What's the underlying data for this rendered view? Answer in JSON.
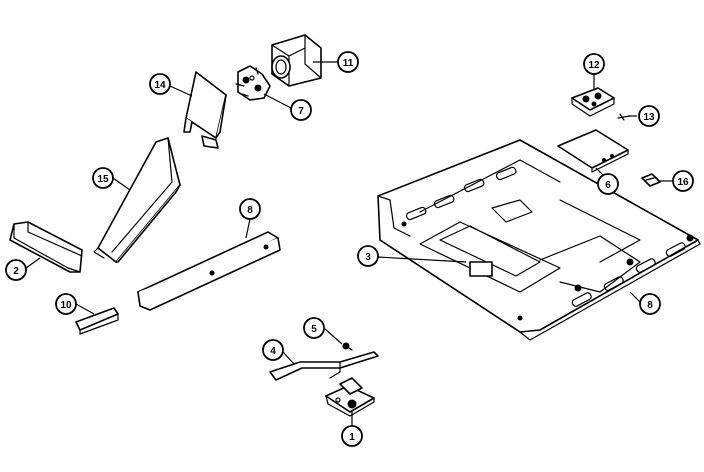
{
  "diagram": {
    "callouts": {
      "c1": "1",
      "c2": "2",
      "c3": "3",
      "c4": "4",
      "c5": "5",
      "c6": "6",
      "c7": "7",
      "c8a": "8",
      "c8b": "8",
      "c10": "10",
      "c11": "11",
      "c12": "12",
      "c13": "13",
      "c14": "14",
      "c15": "15",
      "c16": "16"
    }
  }
}
